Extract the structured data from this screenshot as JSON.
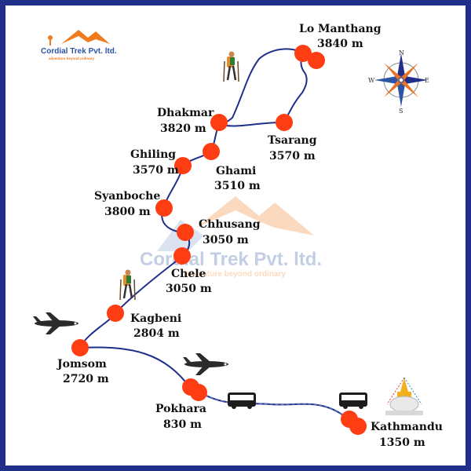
{
  "brand": {
    "name": "Cordial Trek Pvt. ltd.",
    "tagline": "adventure beyond ordinary"
  },
  "watermark": {
    "name": "Cordial Trek Pvt. ltd.",
    "tagline": "adventure beyond ordinary"
  },
  "compass": {
    "n": "N",
    "e": "E",
    "s": "S",
    "w": "W"
  },
  "stops": {
    "lo_manthang": {
      "name": "Lo Manthang",
      "altitude": "3840 m"
    },
    "tsarang": {
      "name": "Tsarang",
      "altitude": "3570 m"
    },
    "dhakmar": {
      "name": "Dhakmar",
      "altitude": "3820 m"
    },
    "ghami": {
      "name": "Ghami",
      "altitude": "3510 m"
    },
    "ghiling": {
      "name": "Ghiling",
      "altitude": "3570 m"
    },
    "syanboche": {
      "name": "Syanboche",
      "altitude": "3800 m"
    },
    "chhusang": {
      "name": "Chhusang",
      "altitude": "3050 m"
    },
    "chele": {
      "name": "Chele",
      "altitude": "3050 m"
    },
    "kagbeni": {
      "name": "Kagbeni",
      "altitude": "2804 m"
    },
    "jomsom": {
      "name": "Jomsom",
      "altitude": "2720 m"
    },
    "pokhara": {
      "name": "Pokhara",
      "altitude": "830 m"
    },
    "kathmandu": {
      "name": "Kathmandu",
      "altitude": "1350 m"
    }
  },
  "colors": {
    "border": "#1f2f8a",
    "route": "#1f2f8a",
    "marker": "#ff3d12",
    "brand_orange": "#f07a1e",
    "brand_blue": "#2b54a6"
  },
  "icons": [
    "trekker-icon",
    "airplane-icon",
    "bus-icon",
    "stupa-icon",
    "compass-rose-icon",
    "company-logo-icon"
  ]
}
